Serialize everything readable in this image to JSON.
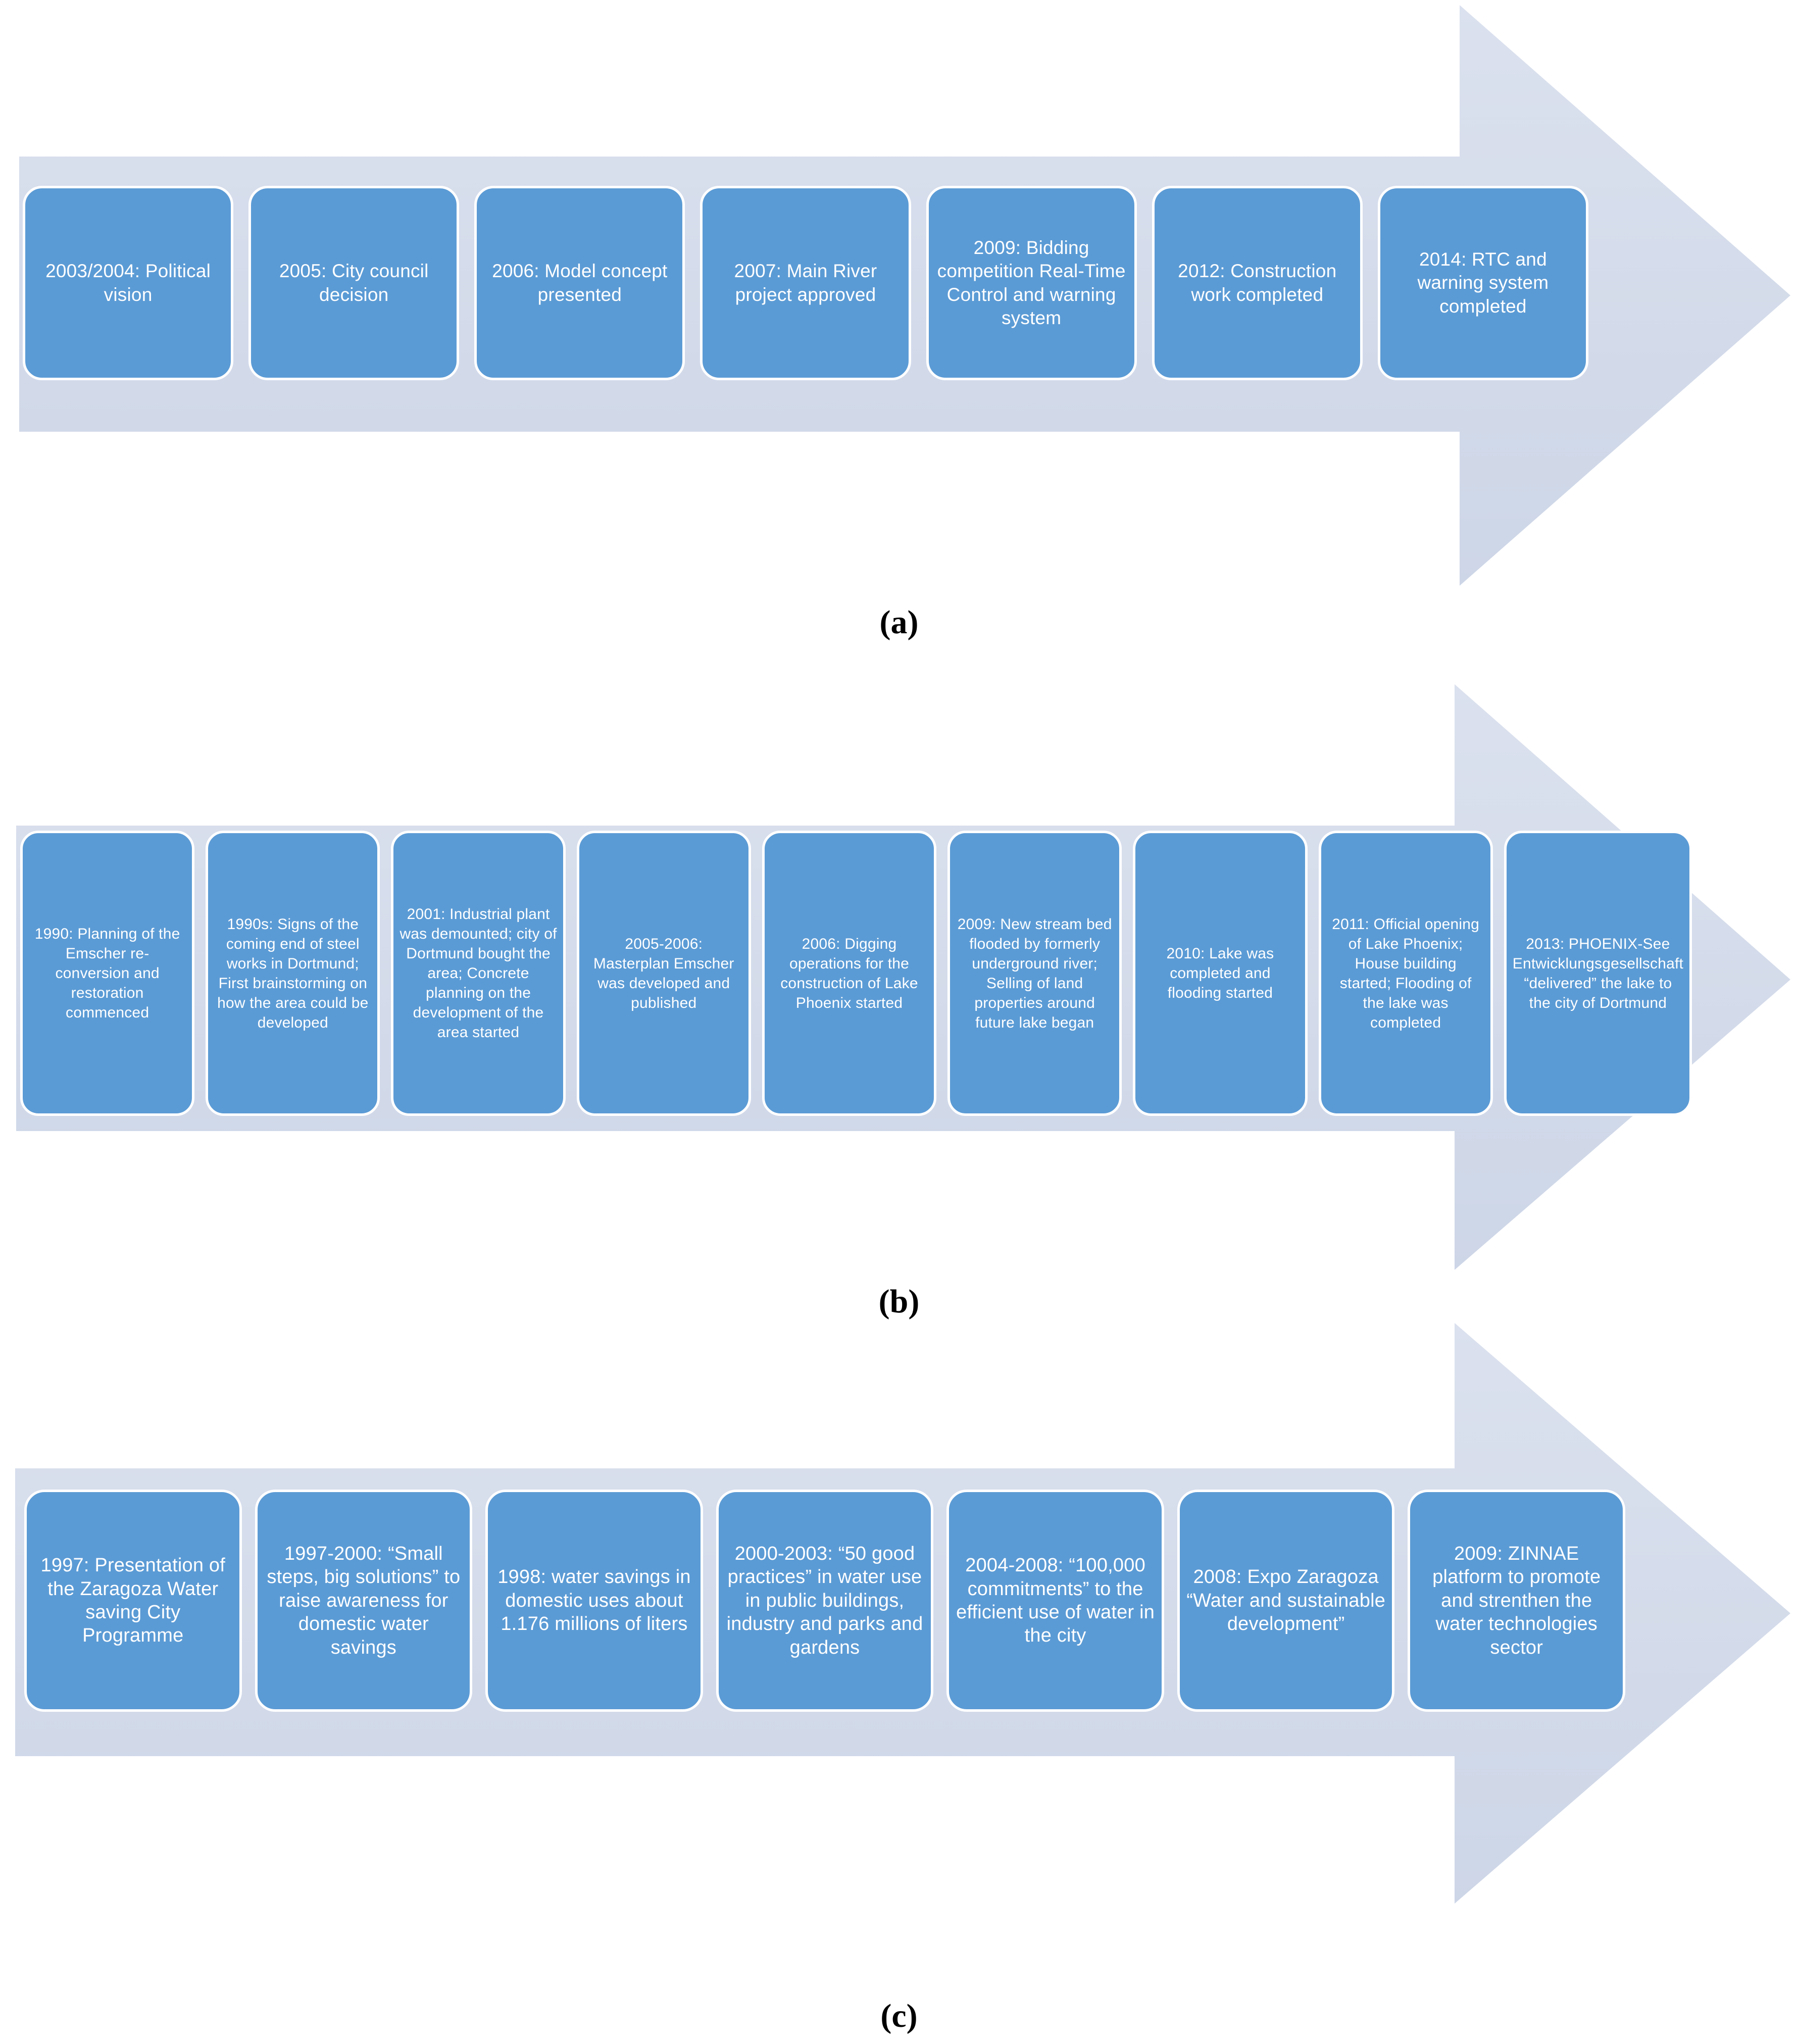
{
  "figure": {
    "panels": [
      {
        "id": "a",
        "label": "(a)",
        "caption_label": "(a)",
        "arrow_color": "#d9dfec",
        "box_color": "#5b9bd5",
        "box_text_color": "#ffffff",
        "steps": [
          "2003/2004:  Political vision",
          "2005: City council decision",
          "2006: Model concept presented",
          "2007: Main River project approved",
          "2009:  Bidding competition Real-Time Control and warning system",
          "2012: Construction work completed",
          "2014:  RTC and warning system completed"
        ]
      },
      {
        "id": "b",
        "label": "(b)",
        "caption_label": "(b)",
        "arrow_color": "#d9dfec",
        "box_color": "#5b9bd5",
        "box_text_color": "#ffffff",
        "steps": [
          "1990: Planning of the Emscher re-conversion and restoration commenced",
          "1990s: Signs of the coming end of steel works in Dortmund; First brainstorming on how the area could be developed",
          "2001: Industrial plant was demounted; city of Dortmund bought the area; Concrete planning on the development of the area started",
          "2005-2006: Masterplan Emscher was developed and published",
          "2006: Digging operations for the construction of Lake Phoenix started",
          "2009: New stream bed flooded by formerly underground river; Selling of land properties around future lake began",
          "2010: Lake was completed and flooding started",
          "2011: Official opening of Lake Phoenix; House building started; Flooding of the lake was completed",
          "2013: PHOENIX-See Entwicklungsgesellschaft “delivered” the lake to the city of Dortmund"
        ]
      },
      {
        "id": "c",
        "label": "(c)",
        "caption_label": "(c)",
        "arrow_color": "#d9dfec",
        "box_color": "#5b9bd5",
        "box_text_color": "#ffffff",
        "steps": [
          "1997: Presentation of the Zaragoza Water saving City Programme",
          "1997-2000: “Small steps, big solutions” to raise awareness for domestic water savings",
          "1998: water savings in domestic uses about 1.176 millions of liters",
          "2000-2003: “50 good practices” in water use in public buildings, industry and parks and gardens",
          "2004-2008: “100,000 commitments” to the efficient use of water in the city",
          "2008: Expo Zaragoza “Water and sustainable development”",
          "2009: ZINNAE platform to promote and strenthen the water technologies sector"
        ]
      }
    ]
  }
}
